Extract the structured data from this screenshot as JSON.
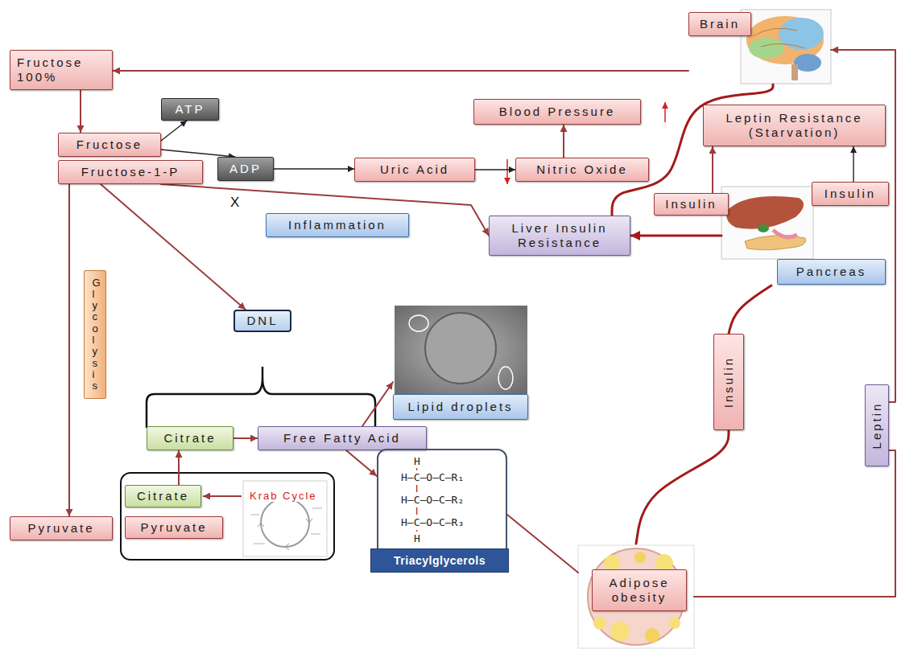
{
  "diagram": {
    "nodes": [
      {
        "text": [
          "Brain"
        ]
      },
      {
        "text": [
          "Fructose 100%"
        ]
      },
      {
        "text": [
          "ATP"
        ]
      },
      {
        "text": [
          "Blood Pressure"
        ]
      },
      {
        "text": [
          "Leptin Resistance (Starvation)"
        ]
      },
      {
        "text": [
          "Fructose"
        ]
      },
      {
        "text": [
          "ADP"
        ]
      },
      {
        "text": [
          "Uric Acid"
        ]
      },
      {
        "text": [
          "Nitric Oxide"
        ]
      },
      {
        "text": [
          "Fructose-1-P"
        ]
      },
      {
        "text": [
          "Insulin"
        ]
      },
      {
        "text": [
          "Insulin"
        ]
      },
      {
        "text": [
          "Inflammation"
        ]
      },
      {
        "text": [
          "Liver Insulin Resistance"
        ]
      },
      {
        "text": [
          "Pancreas"
        ]
      },
      {
        "text": [
          "Glycolysis"
        ]
      },
      {
        "text": [
          "DNL"
        ]
      },
      {
        "text": [
          "Insulin"
        ]
      },
      {
        "text": [
          "Lipid droplets"
        ]
      },
      {
        "text": [
          "Leptin"
        ]
      },
      {
        "text": [
          "Citrate"
        ]
      },
      {
        "text": [
          "Free Fatty Acid"
        ]
      },
      {
        "text": [
          "Citrate"
        ]
      },
      {
        "text": [
          "Pyruvate"
        ]
      },
      {
        "text": [
          "Pyruvate"
        ]
      },
      {
        "text": [
          "Triacylglycerols"
        ]
      },
      {
        "text": [
          "Adipose obesity"
        ]
      }
    ],
    "edges": [
      {
        "from": 0,
        "to": 1,
        "arrow": "to"
      },
      {
        "from": 1,
        "to": 5,
        "arrow": "to"
      },
      {
        "from": 5,
        "to": 2,
        "arrow": "to"
      },
      {
        "from": 5,
        "to": 6,
        "arrow": "to"
      },
      {
        "from": 6,
        "to": 7,
        "arrow": "to"
      },
      {
        "from": 7,
        "to": 8,
        "arrow": "to"
      },
      {
        "from": 8,
        "to": 3,
        "arrow": "to"
      },
      {
        "from": 9,
        "to": 13,
        "arrow": "to"
      },
      {
        "from": 9,
        "to": 16,
        "arrow": "to"
      },
      {
        "from": 9,
        "to": 23,
        "arrow": "to"
      },
      {
        "from": 20,
        "to": 21,
        "arrow": "to"
      },
      {
        "from": 22,
        "to": 20,
        "arrow": "to"
      },
      {
        "from": 21,
        "to": 18,
        "arrow": "to"
      },
      {
        "from": 21,
        "to": 25,
        "arrow": "to"
      },
      {
        "from": 25,
        "to": 26,
        "arrow": "none"
      },
      {
        "from": 26,
        "to": 17,
        "arrow": "none"
      },
      {
        "from": 17,
        "to": 14,
        "arrow": "none"
      },
      {
        "from": 26,
        "to": 19,
        "arrow": "none"
      },
      {
        "from": 19,
        "to": 0,
        "arrow": "to"
      },
      {
        "from": 10,
        "to": 4,
        "arrow": "to"
      },
      {
        "from": 11,
        "to": 4,
        "arrow": "to"
      },
      {
        "from": 14,
        "to": 13,
        "arrow": "to"
      },
      {
        "from": 13,
        "to": 0,
        "arrow": "none"
      }
    ],
    "labels": [
      "X",
      "Krab Cycle",
      "H",
      "H—C—O—C—R₁",
      "H—C—O—C—R₂",
      "H—C—O—C—R₃",
      "H"
    ]
  }
}
